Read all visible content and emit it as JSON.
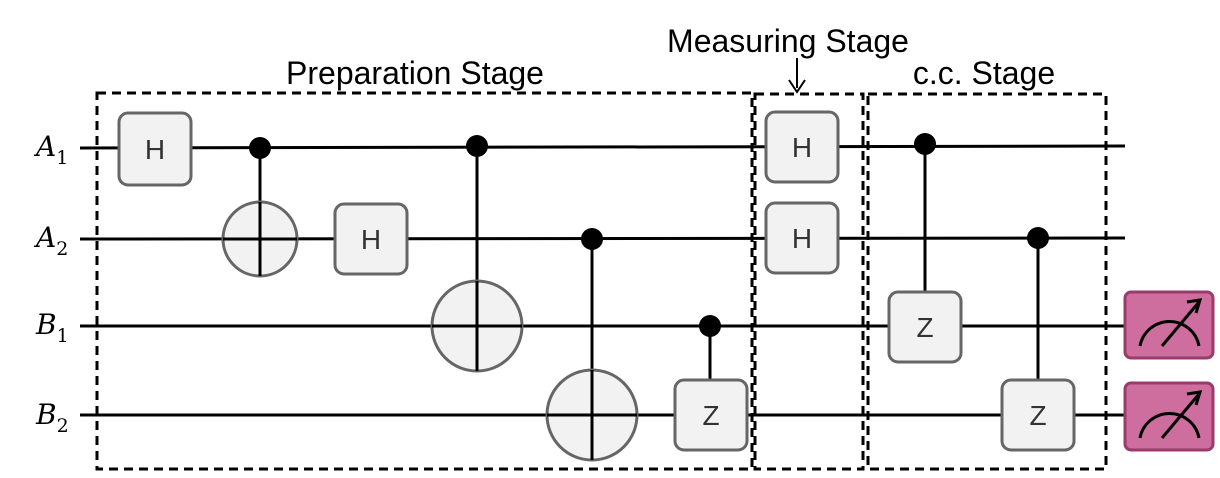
{
  "stages": {
    "preparation": "Preparation Stage",
    "measuring": "Measuring Stage",
    "cc": "c.c. Stage"
  },
  "wires": [
    {
      "label": "A",
      "sub": "1"
    },
    {
      "label": "A",
      "sub": "2"
    },
    {
      "label": "B",
      "sub": "1"
    },
    {
      "label": "B",
      "sub": "2"
    }
  ],
  "gates": {
    "h_a1_prep": "H",
    "h_a2_prep": "H",
    "z_b2_prep": "Z",
    "h_a1_meas": "H",
    "h_a2_meas": "H",
    "z_b1_cc": "Z",
    "z_b2_cc": "Z"
  },
  "meters": [
    "measure-b1",
    "measure-b2"
  ],
  "colors": {
    "gate_fill": "#f2f2f2",
    "gate_stroke": "#666666",
    "meter_fill": "#cd6e9f",
    "meter_stroke": "#9b3b6b",
    "wire": "#000000"
  }
}
